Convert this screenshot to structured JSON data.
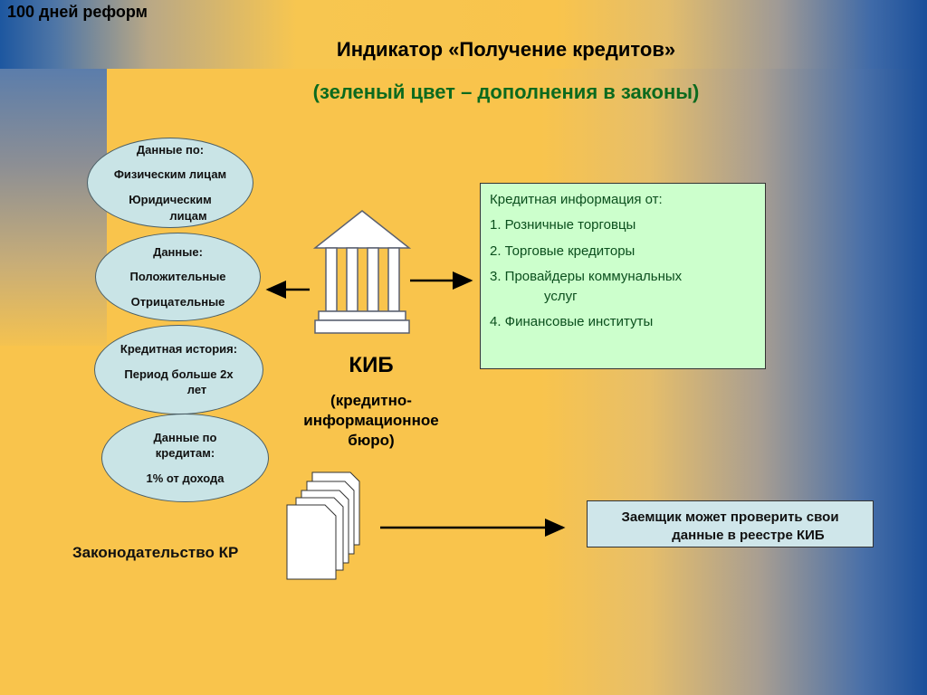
{
  "header": {
    "label": "100 дней реформ"
  },
  "title": "Индикатор «Получение кредитов»",
  "subtitle": "(зеленый цвет – дополнения в законы)",
  "ellipses": [
    {
      "lines": [
        "Данные по:",
        "Физическим лицам",
        "Юридическим",
        "лицам"
      ]
    },
    {
      "lines": [
        "Данные:",
        "Положительные",
        "Отрицательные"
      ]
    },
    {
      "lines": [
        "Кредитная история:",
        "Период больше 2х",
        "лет"
      ]
    },
    {
      "lines": [
        "Данные по",
        "кредитам:",
        "1% от дохода"
      ]
    }
  ],
  "kib": {
    "label": "КИБ",
    "desc_lines": [
      "(кредитно-",
      "информационное",
      "бюро)"
    ]
  },
  "credit_info": {
    "heading": "Кредитная информация от:",
    "items": [
      "1. Розничные торговцы",
      "2. Торговые кредиторы",
      "3. Провайдеры коммунальных",
      "услуг",
      "4. Финансовые институты"
    ]
  },
  "borrower": {
    "lines": [
      "Заемщик может проверить свои",
      "данные в реестре КИБ"
    ]
  },
  "law_label": "Законодательство КР",
  "icons": {
    "building": "bank-building-icon",
    "documents": "document-stack-icon"
  },
  "colors": {
    "background": "#f9c44c",
    "subtitle": "#0b6a1e",
    "ellipse_fill": "#c9e4e6",
    "credit_box_fill": "#ccffcc",
    "credit_box_text": "#0b4f1d",
    "borrower_box_fill": "#cfe6ea"
  }
}
